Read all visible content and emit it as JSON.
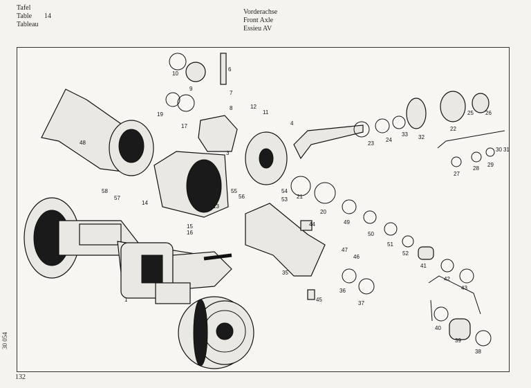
{
  "header": {
    "left_lines": [
      {
        "label": "Tafel",
        "value": ""
      },
      {
        "label": "Table",
        "value": "14"
      },
      {
        "label": "Tableau",
        "value": ""
      }
    ],
    "center_lines": [
      "Vorderachse",
      "Front Axle",
      "Essieu AV"
    ]
  },
  "side_code": "30 054",
  "page_number": "132",
  "callouts": [
    "1",
    "3",
    "4",
    "6",
    "7",
    "8",
    "9",
    "10",
    "11",
    "12",
    "13",
    "14",
    "15",
    "16",
    "17",
    "19",
    "20",
    "21",
    "22",
    "23",
    "24",
    "25",
    "26",
    "27",
    "28",
    "29",
    "30",
    "31",
    "32",
    "33",
    "35",
    "36",
    "37",
    "38",
    "39",
    "40",
    "41",
    "42",
    "43",
    "44",
    "45",
    "46",
    "47",
    "48",
    "49",
    "50",
    "51",
    "52",
    "53",
    "54",
    "55",
    "56",
    "57",
    "58"
  ]
}
